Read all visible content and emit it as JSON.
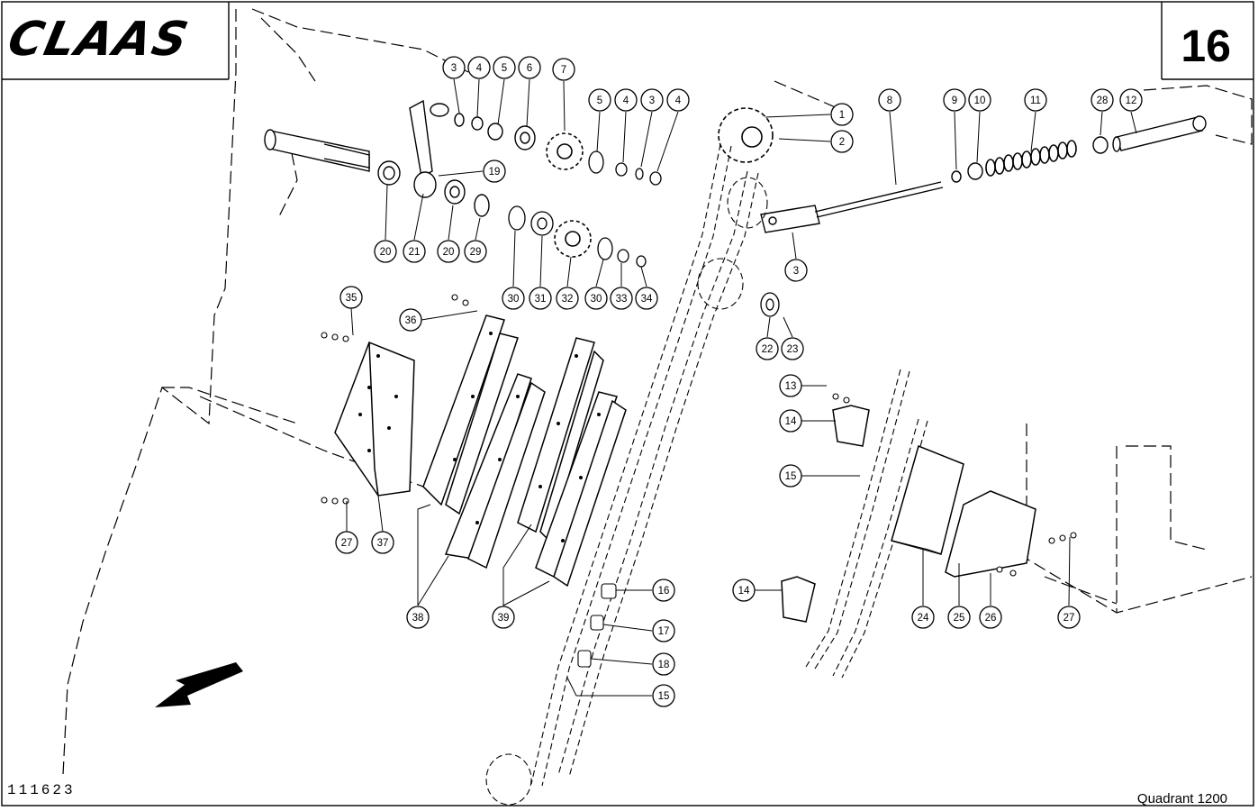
{
  "header": {
    "brand": "CLAAS",
    "page_number": "16"
  },
  "footer": {
    "drawing_number": "111623",
    "model": "Quadrant 1200"
  },
  "callouts": [
    {
      "label": "1"
    },
    {
      "label": "2"
    },
    {
      "label": "3"
    },
    {
      "label": "4"
    },
    {
      "label": "5"
    },
    {
      "label": "6"
    },
    {
      "label": "7"
    },
    {
      "label": "5"
    },
    {
      "label": "4"
    },
    {
      "label": "3"
    },
    {
      "label": "4"
    },
    {
      "label": "8"
    },
    {
      "label": "9"
    },
    {
      "label": "10"
    },
    {
      "label": "11"
    },
    {
      "label": "28"
    },
    {
      "label": "12"
    },
    {
      "label": "19"
    },
    {
      "label": "20"
    },
    {
      "label": "21"
    },
    {
      "label": "20"
    },
    {
      "label": "29"
    },
    {
      "label": "30"
    },
    {
      "label": "31"
    },
    {
      "label": "32"
    },
    {
      "label": "30"
    },
    {
      "label": "33"
    },
    {
      "label": "34"
    },
    {
      "label": "3"
    },
    {
      "label": "35"
    },
    {
      "label": "36"
    },
    {
      "label": "22"
    },
    {
      "label": "23"
    },
    {
      "label": "13"
    },
    {
      "label": "14"
    },
    {
      "label": "15"
    },
    {
      "label": "27"
    },
    {
      "label": "37"
    },
    {
      "label": "38"
    },
    {
      "label": "39"
    },
    {
      "label": "16"
    },
    {
      "label": "17"
    },
    {
      "label": "18"
    },
    {
      "label": "15"
    },
    {
      "label": "14"
    },
    {
      "label": "24"
    },
    {
      "label": "25"
    },
    {
      "label": "26"
    },
    {
      "label": "27"
    }
  ]
}
